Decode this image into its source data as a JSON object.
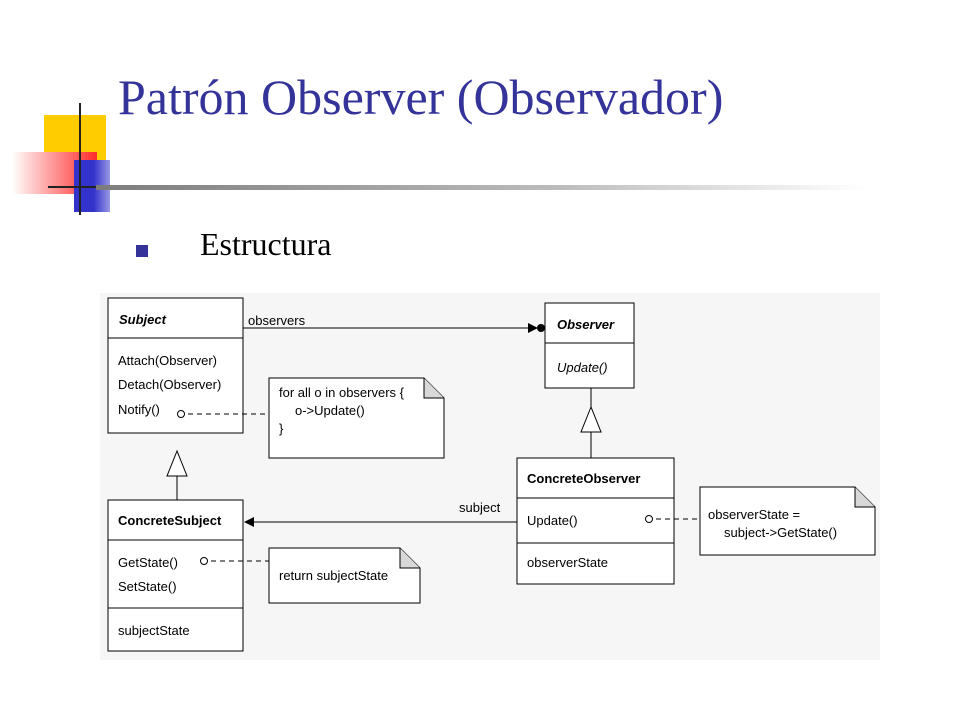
{
  "title": "Patrón Observer (Observador)",
  "bullet": "Estructura",
  "colors": {
    "title": "#333399",
    "accent_yellow": "#ffcc00",
    "accent_red": "#ff3333",
    "accent_blue": "#3333cc"
  },
  "diagram": {
    "subject": {
      "name": "Subject",
      "operations": [
        "Attach(Observer)",
        "Detach(Observer)",
        "Notify()"
      ]
    },
    "observer": {
      "name": "Observer",
      "operations": [
        "Update()"
      ]
    },
    "concrete_subject": {
      "name": "ConcreteSubject",
      "operations": [
        "GetState()",
        "SetState()"
      ],
      "attributes": [
        "subjectState"
      ]
    },
    "concrete_observer": {
      "name": "ConcreteObserver",
      "operations": [
        "Update()"
      ],
      "attributes": [
        "observerState"
      ]
    },
    "assoc_observers": "observers",
    "assoc_subject": "subject",
    "note_notify": [
      "for all o in observers {",
      "o->Update()",
      "}"
    ],
    "note_getstate": [
      "return subjectState"
    ],
    "note_update": [
      "observerState =",
      "subject->GetState()"
    ]
  }
}
